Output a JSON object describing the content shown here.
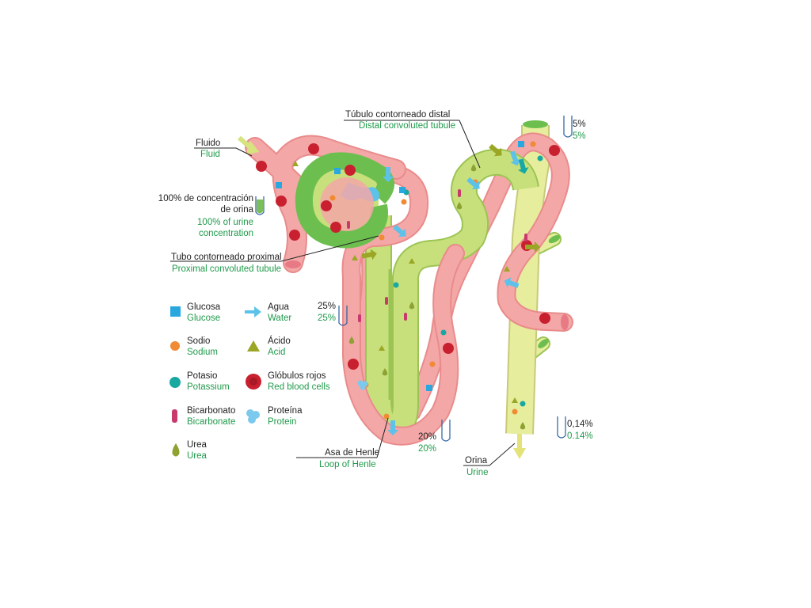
{
  "colors": {
    "blood": "#f3a7a7",
    "blood_edge": "#e98b8b",
    "tubule": "#c7e07c",
    "tubule_light": "#e6ee9e",
    "tubule_edge": "#9cc454",
    "capsule": "#6cbf4f",
    "red_cell": "#c8202f",
    "glucose": "#29a8e0",
    "sodium": "#f08a33",
    "potassium": "#17a8a1",
    "bicarbonate": "#c83a6e",
    "acid": "#9aa624",
    "urea": "#8da232",
    "water": "#5cc2ea",
    "protein": "#7cc9ee",
    "label_es": "#222222",
    "label_en": "#1f9a4a"
  },
  "labels": {
    "fluid": {
      "es": "Fluido",
      "en": "Fluid"
    },
    "concentration": {
      "es_line1": "100% de concentración",
      "es_line2": "de orina",
      "en_line1": "100% of urine",
      "en_line2": "concentration"
    },
    "proximal": {
      "es": "Tubo contorneado proximal",
      "en": "Proximal convoluted tubule"
    },
    "distal": {
      "es": "Túbulo contorneado distal",
      "en": "Distal convoluted tubule"
    },
    "henle": {
      "es": "Asa de Henle",
      "en": "Loop of Henle"
    },
    "urine": {
      "es": "Orina",
      "en": "Urine"
    }
  },
  "percentages": {
    "p25_es": "25%",
    "p25_en": "25%",
    "p20_es": "20%",
    "p20_en": "20%",
    "p5_es": "5%",
    "p5_en": "5%",
    "p014_es": "0,14%",
    "p014_en": "0.14%"
  },
  "legend": [
    {
      "icon": "glucose-icon",
      "es": "Glucosa",
      "en": "Glucose"
    },
    {
      "icon": "water-arrow-icon",
      "es": "Agua",
      "en": "Water"
    },
    {
      "icon": "sodium-icon",
      "es": "Sodio",
      "en": "Sodium"
    },
    {
      "icon": "acid-icon",
      "es": "Ácido",
      "en": "Acid"
    },
    {
      "icon": "potassium-icon",
      "es": "Potasio",
      "en": "Potassium"
    },
    {
      "icon": "red-blood-cell-icon",
      "es": "Glóbulos rojos",
      "en": "Red blood cells"
    },
    {
      "icon": "bicarbonate-icon",
      "es": "Bicarbonato",
      "en": "Bicarbonate"
    },
    {
      "icon": "protein-icon",
      "es": "Proteína",
      "en": "Protein"
    },
    {
      "icon": "urea-icon",
      "es": "Urea",
      "en": "Urea"
    }
  ]
}
